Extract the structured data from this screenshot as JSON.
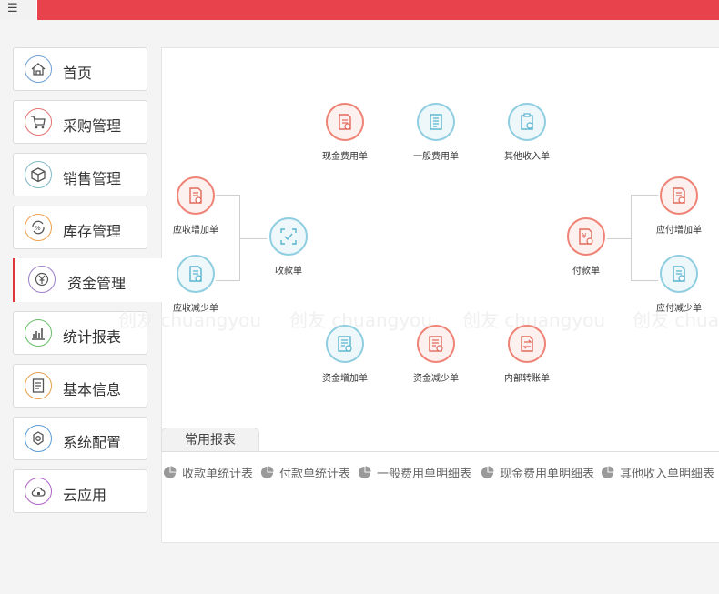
{
  "topbar": {
    "menu_glyph": "☰",
    "accent": "#e8434c"
  },
  "sidebar": {
    "items": [
      {
        "label": "首页",
        "icon": "home-icon",
        "color": "#6b9fd4"
      },
      {
        "label": "采购管理",
        "icon": "cart-icon",
        "color": "#e57373"
      },
      {
        "label": "销售管理",
        "icon": "box-icon",
        "color": "#7fb8c9"
      },
      {
        "label": "库存管理",
        "icon": "inventory-icon",
        "color": "#f0a04b"
      },
      {
        "label": "资金管理",
        "icon": "yen-icon",
        "color": "#9b7ec8",
        "active": true
      },
      {
        "label": "统计报表",
        "icon": "bar-chart-icon",
        "color": "#6abf69"
      },
      {
        "label": "基本信息",
        "icon": "document-icon",
        "color": "#e8a04b"
      },
      {
        "label": "系统配置",
        "icon": "settings-icon",
        "color": "#5b9bd5"
      },
      {
        "label": "云应用",
        "icon": "cloud-icon",
        "color": "#b061c8"
      }
    ]
  },
  "flow": {
    "top": [
      "现金费用单",
      "一般费用单",
      "其他收入单"
    ],
    "left": [
      "应收增加单",
      "应收减少单"
    ],
    "receipt": "收款单",
    "payment": "付款单",
    "right": [
      "应付增加单",
      "应付减少单"
    ],
    "bottom": [
      "资金增加单",
      "资金减少单",
      "内部转账单"
    ]
  },
  "watermark": "创友 chuangyou",
  "reports": {
    "tab_label": "常用报表",
    "items": [
      "收款单统计表",
      "付款单统计表",
      "一般费用单明细表",
      "现金费用单明细表",
      "其他收入单明细表"
    ]
  }
}
